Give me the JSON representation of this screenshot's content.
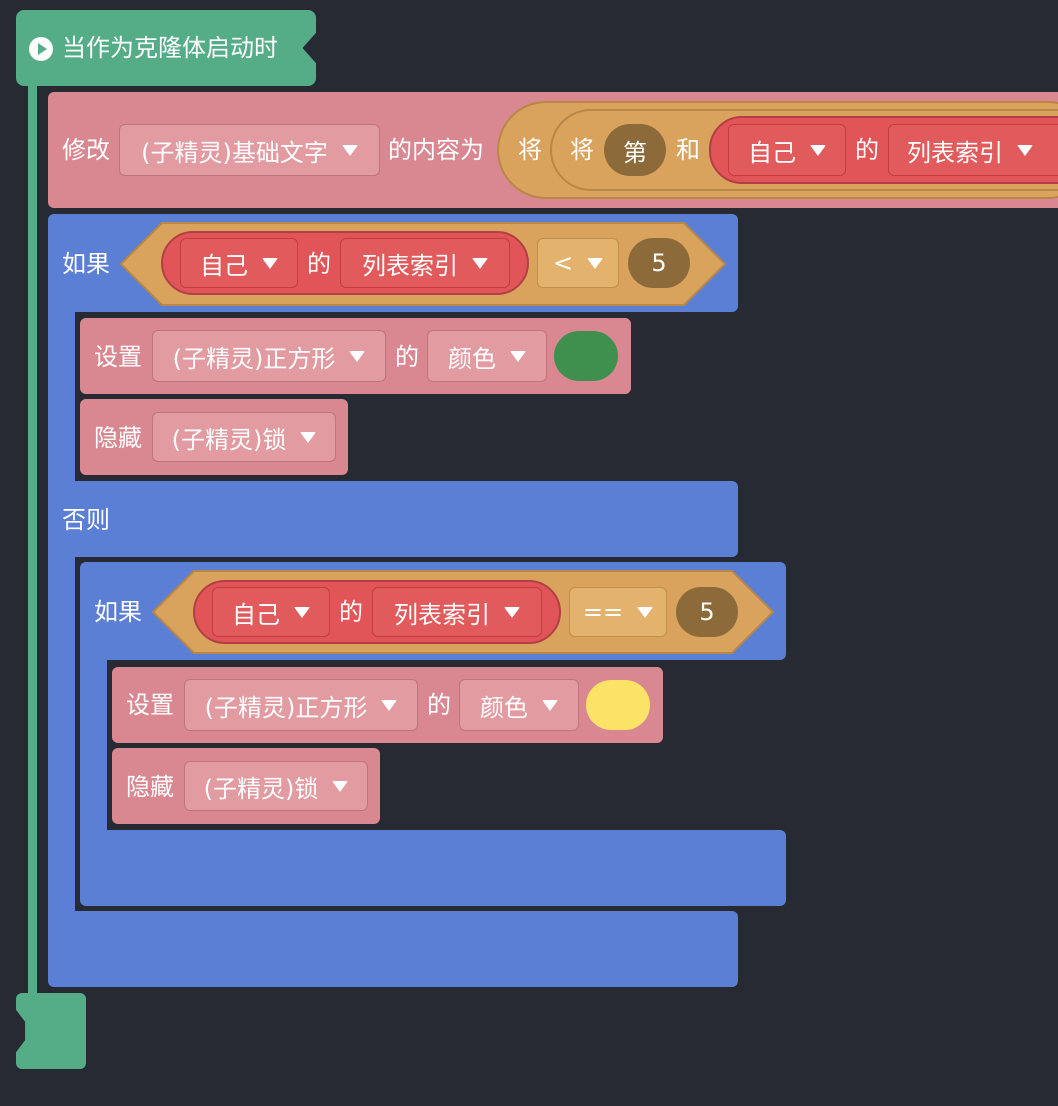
{
  "hat": {
    "label": "当作为克隆体启动时"
  },
  "set_text": {
    "prefix": "修改",
    "target": "(子精灵)基础文字",
    "middle": "的内容为",
    "join1": "将",
    "join2": "将",
    "item": "第",
    "and": "和",
    "self": "自己",
    "of": "的",
    "prop": "列表索引"
  },
  "if_outer": {
    "label": "如果",
    "self": "自己",
    "of": "的",
    "prop": "列表索引",
    "op": "<",
    "value": "5",
    "then": [
      {
        "kind": "set",
        "label": "设置",
        "target": "(子精灵)正方形",
        "of": "的",
        "prop": "颜色",
        "color": "#3f8f4e"
      },
      {
        "kind": "hide",
        "label": "隐藏",
        "target": "(子精灵)锁"
      }
    ],
    "else_label": "否则"
  },
  "if_inner": {
    "label": "如果",
    "self": "自己",
    "of": "的",
    "prop": "列表索引",
    "op": "==",
    "value": "5",
    "then": [
      {
        "kind": "set",
        "label": "设置",
        "target": "(子精灵)正方形",
        "of": "的",
        "prop": "颜色",
        "color": "#fbe368"
      },
      {
        "kind": "hide",
        "label": "隐藏",
        "target": "(子精灵)锁"
      }
    ]
  },
  "colors": {
    "background": "#282a33",
    "event": "#55ad87",
    "looks": "#d98891",
    "control": "#5b7fd4",
    "operator": "#d9a35d",
    "sensing": "#e15457"
  }
}
